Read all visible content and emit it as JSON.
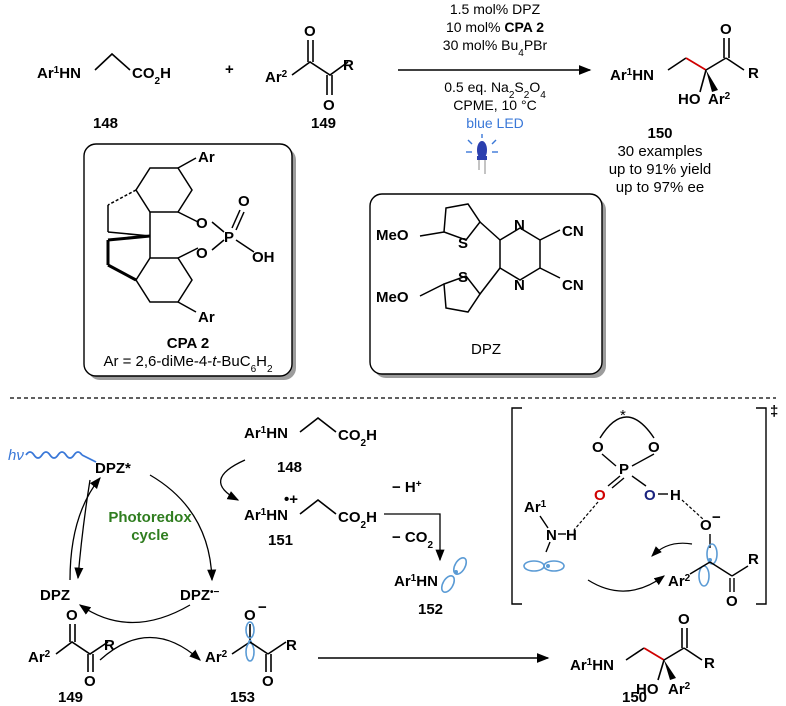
{
  "colors": {
    "red": "#d00000",
    "blue": "#3a78d8",
    "green": "#2f7d1f",
    "orbital": "#5b9bd5"
  },
  "top": {
    "reactant1": {
      "text": "Ar",
      "sup": "1",
      "rest": "HN",
      "acid": "CO",
      "acid_sub": "2",
      "acid_h": "H",
      "label": "148"
    },
    "plus": "+",
    "reactant2": {
      "ar": "Ar",
      "ar_sup": "2",
      "r": "R",
      "o1": "O",
      "o2": "O",
      "label": "149"
    },
    "conditions_above": [
      "1.5 mol% DPZ",
      "10 mol% ",
      "CPA 2",
      "30 mol% Bu",
      "4",
      "PBr"
    ],
    "conditions_below": {
      "line1a": "0.5 eq. Na",
      "line1b": "2",
      "line1c": "S",
      "line1d": "2",
      "line1e": "O",
      "line1f": "4",
      "line2": "CPME, 10 °C",
      "line3": "blue LED"
    },
    "product": {
      "label": "150",
      "examples": "30 examples",
      "yield": "up to 91% yield",
      "ee": "up to 97% ee"
    }
  },
  "cpa_box": {
    "ar_top": "Ar",
    "ar_bottom": "Ar",
    "o1": "O",
    "o2": "O",
    "p": "P",
    "o_dbl": "O",
    "oh": "OH",
    "name": "CPA 2",
    "desc_a": "Ar = 2,6-diMe-4-",
    "desc_t": "t",
    "desc_b": "-BuC",
    "desc_6": "6",
    "desc_h": "H",
    "desc_2": "2"
  },
  "dpz_box": {
    "meo1": "MeO",
    "meo2": "MeO",
    "s1": "S",
    "s2": "S",
    "n1": "N",
    "n2": "N",
    "cn1": "CN",
    "cn2": "CN",
    "name": "DPZ"
  },
  "cycle": {
    "hv": "hν",
    "dpz_star": "DPZ*",
    "dpz": "DPZ",
    "dpz_anion": "DPZ",
    "dpz_anion_sup": "•−",
    "title1": "Photoredox",
    "title2": "cycle",
    "label148": "148",
    "label151": "151",
    "label152": "152",
    "label149": "149",
    "label153": "153",
    "label150": "150",
    "minus_h": "− H",
    "minus_h_sup": "+",
    "minus_co2": "− CO",
    "minus_co2_sub": "2",
    "radical_cation": "•+",
    "ts_dagger": "‡",
    "star": "*"
  }
}
